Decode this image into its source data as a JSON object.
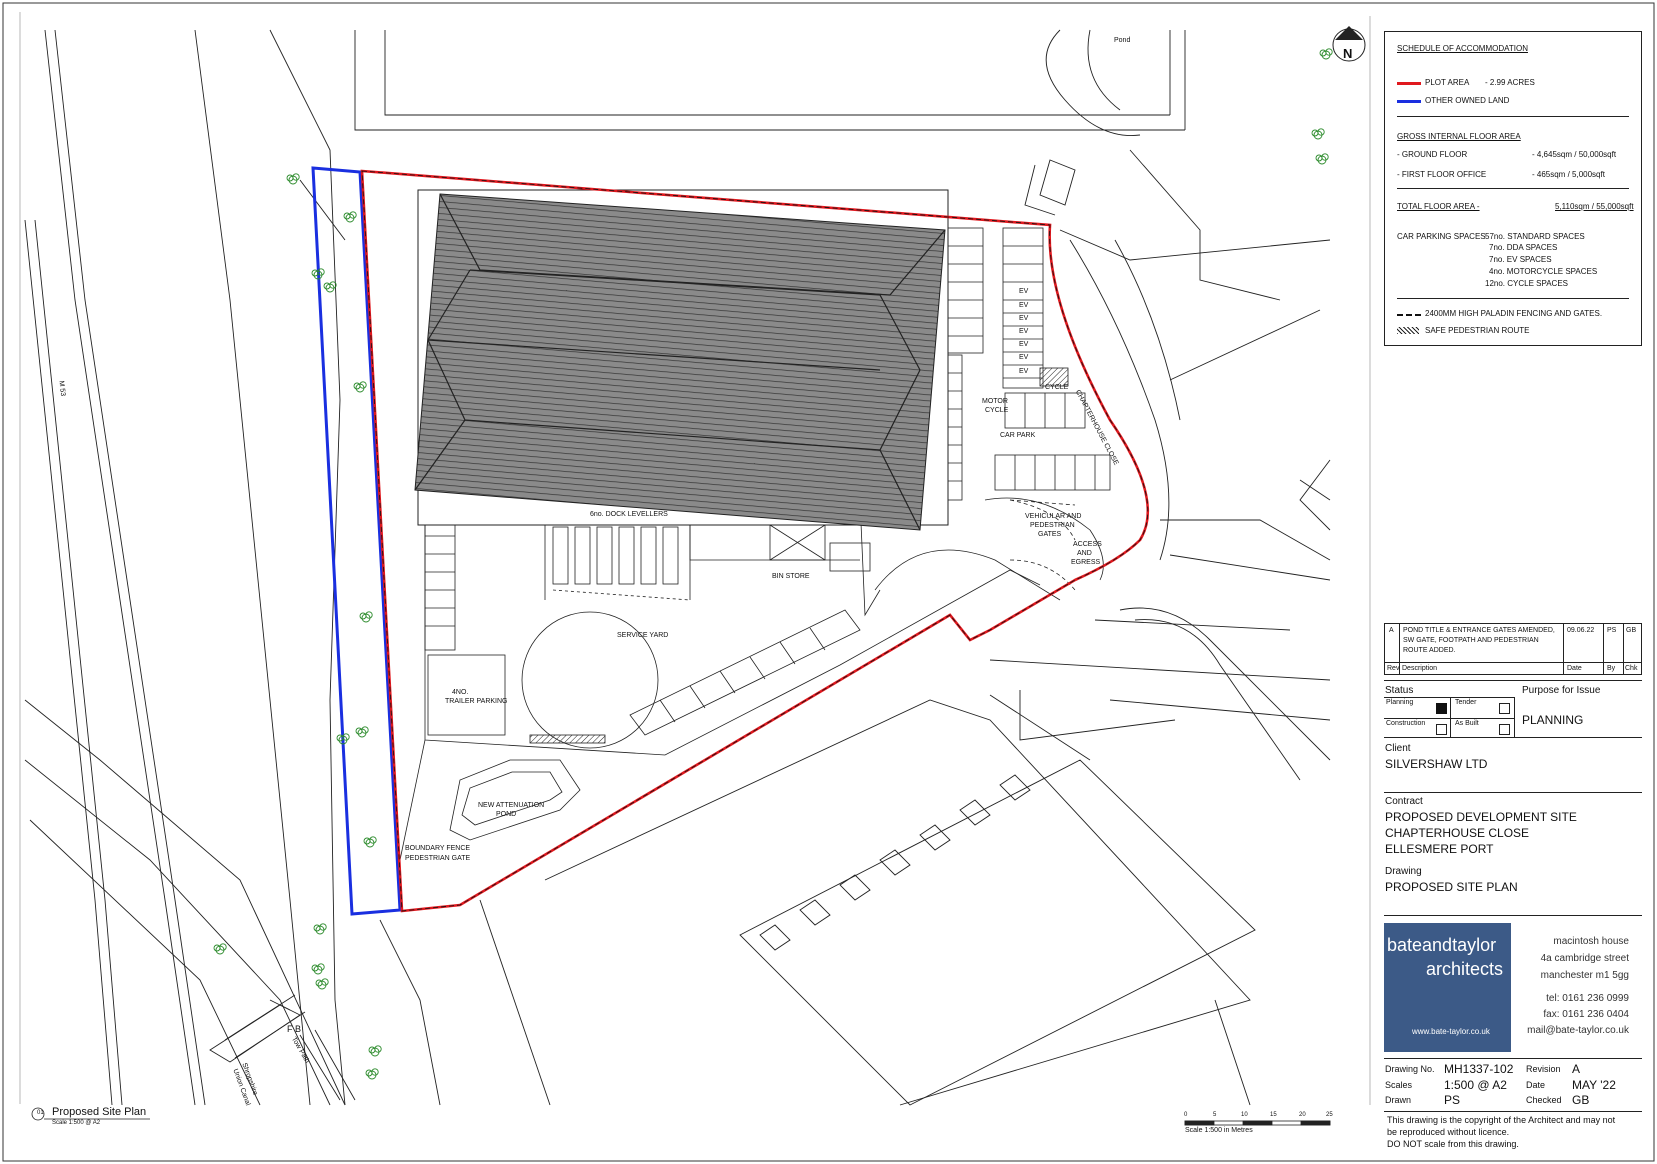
{
  "plan": {
    "north_label": "N",
    "labels": {
      "pond": "Pond",
      "m53": "M 53",
      "dock_levellers": "6no. DOCK LEVELLERS",
      "bin_store": "BIN STORE",
      "service_yard": "SERVICE YARD",
      "trailer_parking_1": "4NO.",
      "trailer_parking_2": "TRAILER PARKING",
      "attenuation_1": "NEW ATTENUATION",
      "attenuation_2": "POND",
      "boundary_1": "BOUNDARY FENCE",
      "boundary_2": "PEDESTRIAN GATE",
      "motor_1": "MOTOR",
      "motor_2": "CYCLE",
      "car_park": "CAR PARK",
      "cycle": "CYCLE",
      "gates_1": "VEHICULAR AND",
      "gates_2": "PEDESTRIAN",
      "gates_3": "GATES",
      "access_1": "ACCESS",
      "access_2": "AND",
      "access_3": "EGRESS",
      "chapterhouse": "CHAPTERHOUSE CLOSE",
      "fb": "F B",
      "towpath": "Tow Path",
      "canal_1": "Shropshire",
      "canal_2": "Union Canal",
      "ev": "EV"
    },
    "drawing_title": "Proposed Site Plan",
    "drawing_scale": "Scale 1:500 @ A2",
    "circle_id": "01",
    "scale_bar_ticks": [
      "0",
      "5",
      "10",
      "15",
      "20",
      "25"
    ],
    "scale_bar_caption": "Scale 1:500 in Metres"
  },
  "schedule": {
    "heading": "SCHEDULE OF ACCOMMODATION",
    "plot_area_label": "PLOT AREA",
    "plot_area_value": "- 2.99 ACRES",
    "other_land_label": "OTHER OWNED LAND",
    "gifa_heading": "GROSS INTERNAL FLOOR AREA",
    "ground_floor_label": "- GROUND FLOOR",
    "ground_floor_value": "- 4,645sqm / 50,000sqft",
    "first_floor_label": "- FIRST FLOOR OFFICE",
    "first_floor_value": "- 465sqm / 5,000sqft",
    "total_label": "TOTAL FLOOR AREA -",
    "total_value": "5,110sqm / 55,000sqft",
    "car_parking_label": "CAR PARKING SPACES",
    "parking": [
      "57no. STANDARD SPACES",
      "7no. DDA SPACES",
      "7no. EV SPACES",
      "4no. MOTORCYCLE SPACES",
      "12no. CYCLE SPACES"
    ],
    "fencing": "2400MM HIGH PALADIN FENCING AND GATES.",
    "pedestrian_route": "SAFE PEDESTRIAN ROUTE",
    "colors": {
      "plot": "#e0181e",
      "other": "#1a2fe0"
    }
  },
  "revision": {
    "rev": "A",
    "description": "POND TITLE & ENTRANCE GATES AMENDED, SW GATE, FOOTPATH AND PEDESTRIAN ROUTE ADDED.",
    "date": "09.06.22",
    "by": "PS",
    "chk": "GB",
    "headers": {
      "rev": "Rev",
      "description": "Description",
      "date": "Date",
      "by": "By",
      "chk": "Chk"
    }
  },
  "status": {
    "status_label": "Status",
    "purpose_label": "Purpose for Issue",
    "planning": "Planning",
    "tender": "Tender",
    "construction": "Construction",
    "as_built": "As Built",
    "purpose_value": "PLANNING"
  },
  "client": {
    "label": "Client",
    "value": "SILVERSHAW LTD"
  },
  "contract": {
    "label": "Contract",
    "line1": "PROPOSED DEVELOPMENT SITE",
    "line2": "CHAPTERHOUSE CLOSE",
    "line3": "ELLESMERE PORT"
  },
  "drawing": {
    "label": "Drawing",
    "value": "PROPOSED SITE PLAN"
  },
  "firm": {
    "name1": "bateandtaylor",
    "name2": "architects",
    "web": "www.bate-taylor.co.uk",
    "addr1": "macintosh house",
    "addr2": "4a cambridge street",
    "addr3": "manchester m1 5gg",
    "tel": "tel: 0161 236 0999",
    "fax": "fax: 0161 236 0404",
    "mail": "mail@bate-taylor.co.uk"
  },
  "details": {
    "drawing_no_label": "Drawing No.",
    "drawing_no": "MH1337-102",
    "revision_label": "Revision",
    "revision": "A",
    "scales_label": "Scales",
    "scales": "1:500 @ A2",
    "date_label": "Date",
    "date": "MAY '22",
    "drawn_label": "Drawn",
    "drawn": "PS",
    "checked_label": "Checked",
    "checked": "GB"
  },
  "copyright": {
    "line1": "This drawing is the copyright of the Architect and may not",
    "line2": "be reproduced without licence.",
    "line3": "DO NOT scale from this drawing."
  }
}
